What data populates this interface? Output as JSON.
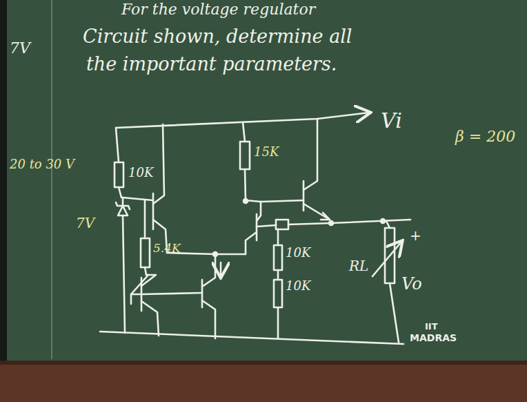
{
  "diagram": {
    "labels": [
      "For the voltage regulator",
      "Circuit shown, determine all",
      "the important parameters.",
      "7V",
      "Vi",
      "β = 200",
      "20 to 30 V",
      "10K",
      "15K",
      "7V",
      "5.4K",
      "10K",
      "10K",
      "RL",
      "+",
      "Vo",
      "IIT",
      "MADRAS"
    ]
  }
}
